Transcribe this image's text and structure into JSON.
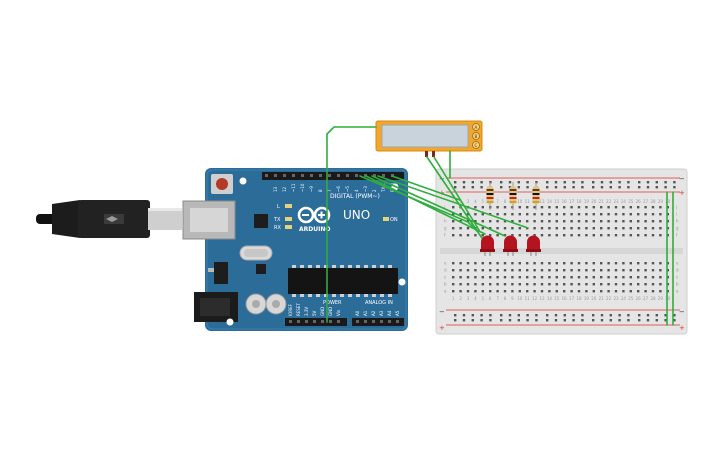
{
  "board": {
    "brand": "ARDUINO",
    "model": "UNO",
    "digital_header": "DIGITAL (PWM~)",
    "power_header": "POWER",
    "analog_header": "ANALOG IN",
    "on_label": "ON",
    "l_label": "L",
    "tx_label": "TX",
    "rx_label": "RX",
    "aref_label": "AREF",
    "gnd_label": "GND",
    "digital_pins": [
      "13",
      "12",
      "~11",
      "~10",
      "~9",
      "8",
      "7",
      "~6",
      "~5",
      "4",
      "~3",
      "2",
      "TX 1",
      "RX 0"
    ],
    "power_pins": [
      "IOREF",
      "RESET",
      "3.3V",
      "5V",
      "GND",
      "GND",
      "Vin"
    ],
    "analog_pins": [
      "A0",
      "A1",
      "A2",
      "A3",
      "A4",
      "A5"
    ]
  },
  "breadboard": {
    "plus": "+",
    "minus": "−",
    "columns": [
      "1",
      "2",
      "3",
      "4",
      "5",
      "6",
      "7",
      "8",
      "9",
      "10",
      "11",
      "12",
      "13",
      "14",
      "15",
      "16",
      "17",
      "18",
      "19",
      "20",
      "21",
      "22",
      "23",
      "24",
      "25",
      "26",
      "27",
      "28",
      "29",
      "30"
    ],
    "rows_top": [
      "j",
      "i",
      "h",
      "g",
      "f"
    ],
    "rows_bottom": [
      "e",
      "d",
      "c",
      "b",
      "a"
    ]
  },
  "sensor": {
    "pins": [
      "A",
      "B",
      "C"
    ]
  },
  "colors": {
    "board": "#2c6c99",
    "wire": "#2eae3c",
    "led": "#b3141f",
    "sensor_frame": "#f2a72c",
    "breadboard": "#e5e5e5"
  }
}
